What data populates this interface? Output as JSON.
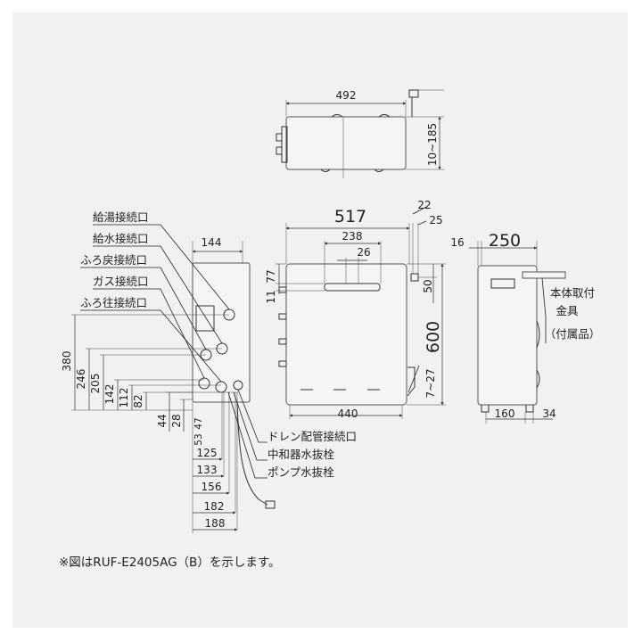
{
  "top_view": {
    "width": "492",
    "depth": "10~185"
  },
  "front_view": {
    "width": "517",
    "dim_22": "22",
    "dim_25": "25",
    "dim_238": "238",
    "dim_26": "26",
    "dim_77": "77",
    "dim_11": "11",
    "dim_50": "50",
    "height": "600",
    "dim_7_27": "7~27",
    "bottom_width": "440"
  },
  "side_view": {
    "dim_16": "16",
    "depth": "250",
    "dim_160": "160",
    "dim_34": "34"
  },
  "bracket_label": [
    "本体取付",
    "金具",
    "（付属品）"
  ],
  "left_view": {
    "top_width": "144",
    "vertical_dims": [
      "380",
      "246",
      "205",
      "142",
      "112",
      "82",
      "44",
      "28"
    ],
    "small_dims": [
      "47",
      "53"
    ],
    "bottom_dims": [
      "125",
      "133",
      "156",
      "182",
      "188"
    ]
  },
  "connection_labels": [
    "給湯接続口",
    "給水接続口",
    "ふろ戻接続口",
    "ガス接続口",
    "ふろ往接続口"
  ],
  "drain_labels": [
    "ドレン配管接続口",
    "中和器水抜栓",
    "ポンプ水抜栓"
  ],
  "note": "※図はRUF-E2405AG（B）を示します。"
}
